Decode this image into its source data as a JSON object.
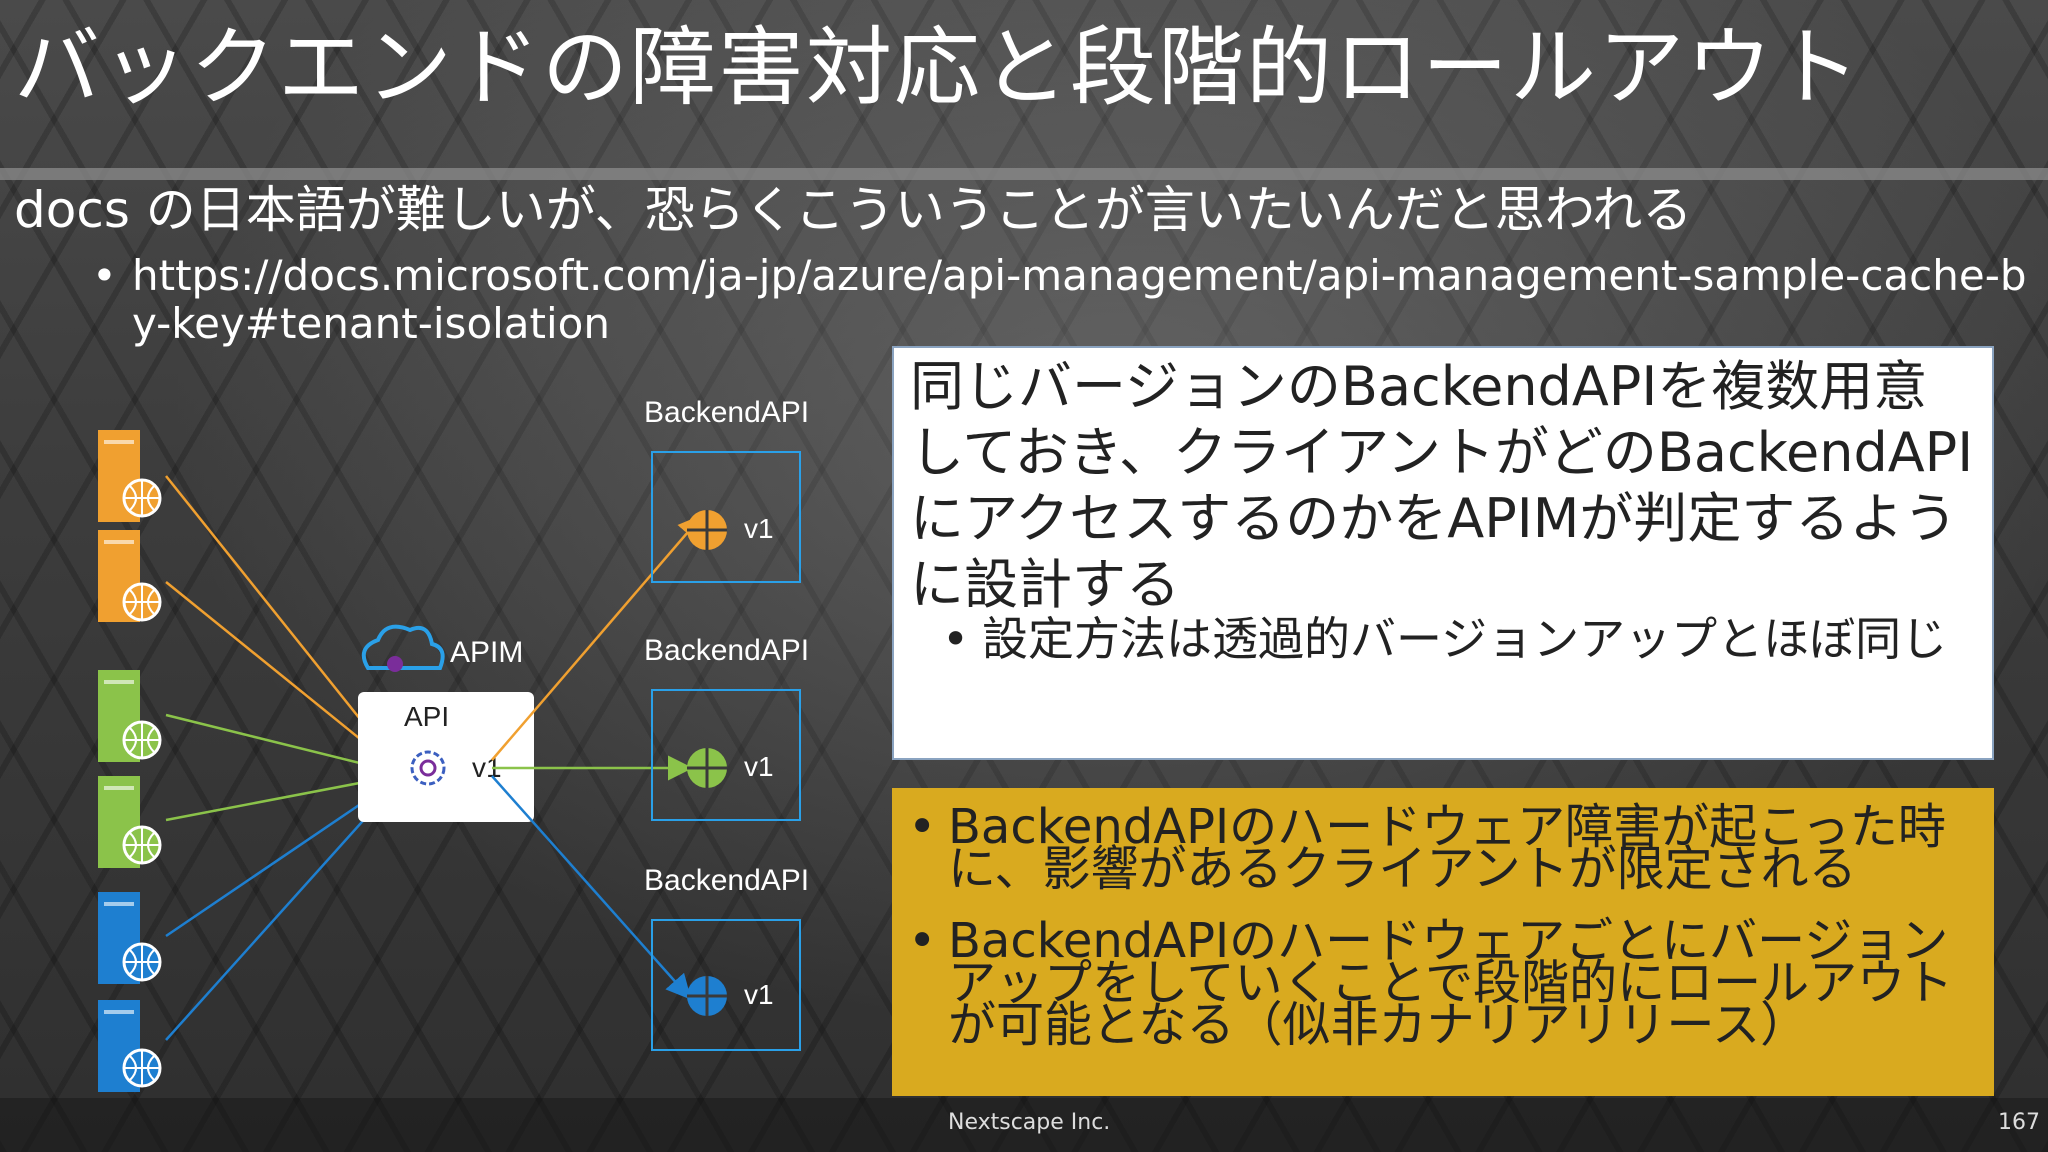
{
  "slide": {
    "title": "バックエンドの障害対応と段階的ロールアウト",
    "subtitle": "docs の日本語が難しいが、恐らくこういうことが言いたいんだと思われる",
    "bullet_bullet": "•",
    "url": "https://docs.microsoft.com/ja-jp/azure/api-management/api-management-sample-cache-by-key#tenant-isolation",
    "footer": "Nextscape Inc.",
    "page_number": "167"
  },
  "diagram": {
    "apim_label": "APIM",
    "api_label": "API",
    "api_version": "v1",
    "backends": [
      {
        "label": "BackendAPI",
        "version": "v1",
        "color": "#f0a030"
      },
      {
        "label": "BackendAPI",
        "version": "v1",
        "color": "#8bc34a"
      },
      {
        "label": "BackendAPI",
        "version": "v1",
        "color": "#1e7fd0"
      }
    ],
    "client_colors": [
      "#f0a030",
      "#f0a030",
      "#8bc34a",
      "#8bc34a",
      "#1e7fd0",
      "#1e7fd0"
    ],
    "icons": [
      "server-globe-icon",
      "cloud-icon",
      "gear-icon",
      "globe-icon"
    ]
  },
  "white_box": {
    "main": "同じバージョンのBackendAPIを複数用意しておき、クライアントがどのBackendAPIにアクセスするのかをAPIMが判定するように設計する",
    "sub": "設定方法は透過的バージョンアップとほぼ同じ"
  },
  "yellow_box": {
    "items": [
      "BackendAPIのハードウェア障害が起こった時に、影響があるクライアントが限定される",
      "BackendAPIのハードウェアごとにバージョンアップをしていくことで段階的にロールアウトが可能となる（似非カナリアリリース）"
    ]
  }
}
